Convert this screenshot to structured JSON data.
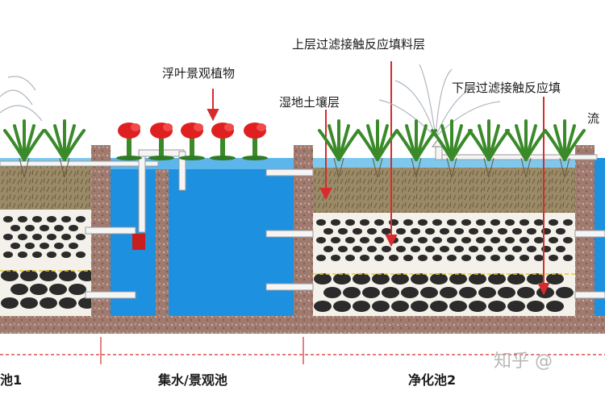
{
  "labels": {
    "floating_plant": "浮叶景观植物",
    "upper_filter": "上层过滤接触反应填料层",
    "wetland_soil": "湿地土壤层",
    "lower_filter": "下层过滤接触反应填",
    "flow_partial": "流",
    "pool_left_partial": "池1",
    "collect_pool": "集水/景观池",
    "purify_pool": "净化池2"
  },
  "watermark": "知乎 @",
  "colors": {
    "water": "#1e90e0",
    "soil": "#8c7a5a",
    "wall": "#a67b6b",
    "arrow": "#d62c2c",
    "plant": "#3a8a2a",
    "flower": "#e02020"
  }
}
